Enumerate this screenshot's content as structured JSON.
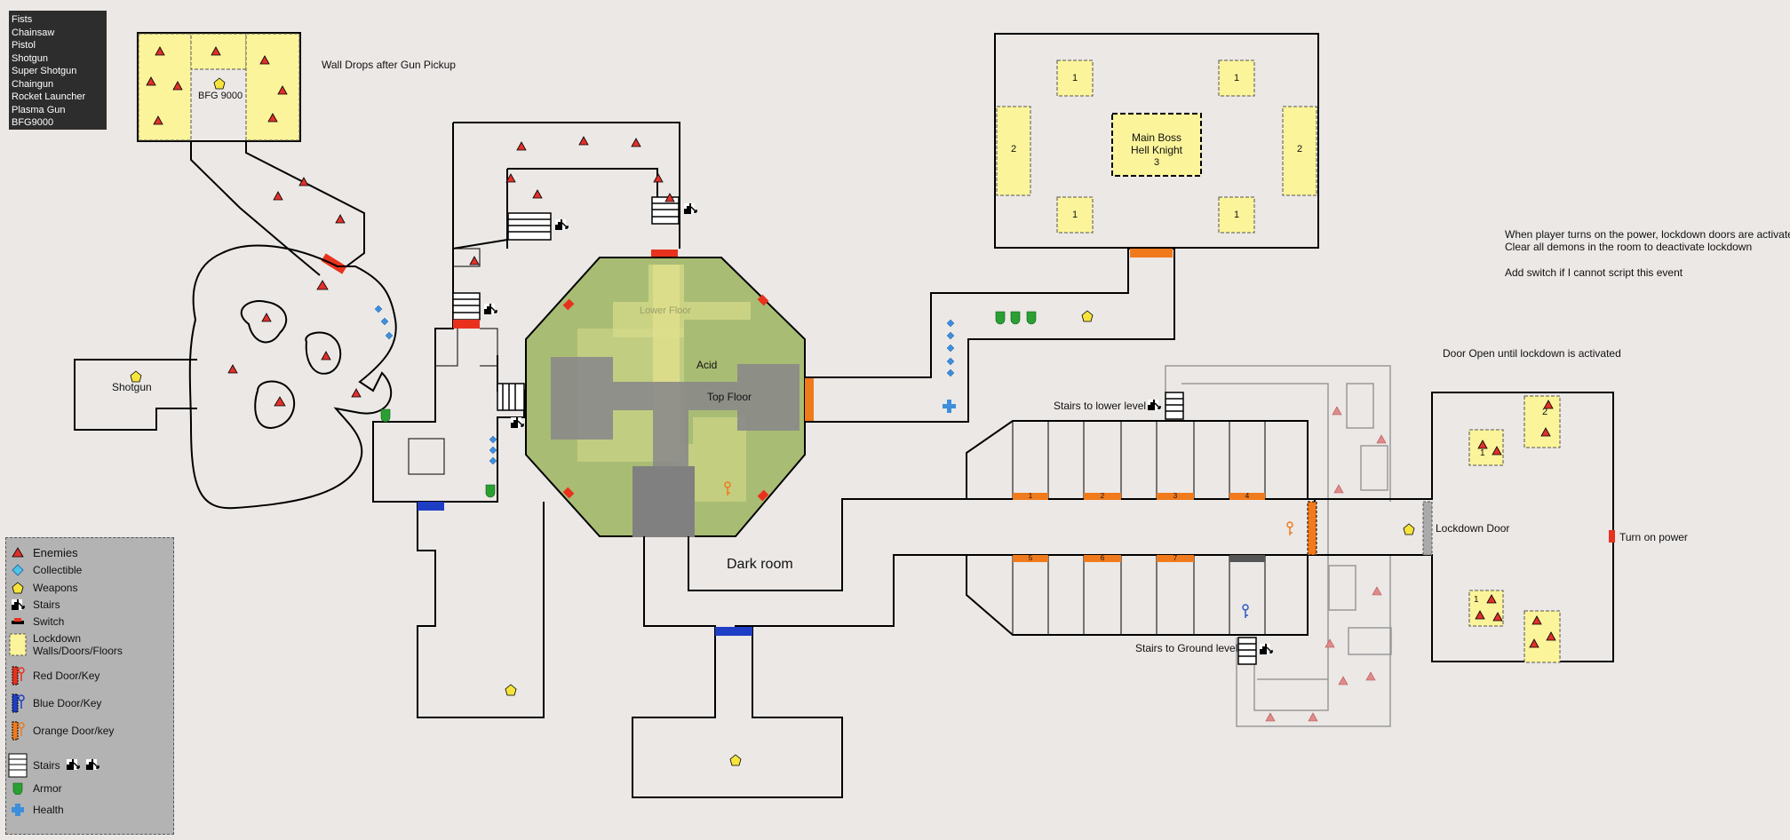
{
  "weapons_list": [
    "Fists",
    "Chainsaw",
    "Pistol",
    "Shotgun",
    "Super Shotgun",
    "Chaingun",
    "Rocket Launcher",
    "Plasma Gun",
    "BFG9000"
  ],
  "labels": {
    "wall_drops": "Wall Drops after Gun Pickup",
    "bfg": "BFG 9000",
    "shotgun": "Shotgun",
    "lower_floor": "Lower Floor",
    "acid": "Acid",
    "top_floor": "Top Floor",
    "dark_room": "Dark room",
    "main_boss": "Main Boss",
    "hell_knight": "Hell Knight",
    "boss_num": "3",
    "stairs_lower": "Stairs to lower level",
    "stairs_ground": "Stairs to Ground level",
    "lockdown_door": "Lockdown Door",
    "turn_on_power": "Turn on power",
    "door_open": "Door Open until lockdown is activated",
    "power_note_1": "When player turns on the power, lockdown doors are activated.",
    "power_note_2": "Clear all demons in the room to deactivate lockdown",
    "switch_note": "Add switch if I cannot script this event"
  },
  "legend": {
    "enemies": "Enemies",
    "collectible": "Collectible",
    "weapons": "Weapons",
    "stairs": "Stairs",
    "switch": "Switch",
    "lockdown": "Lockdown Walls/Doors/Floors",
    "red_door": "Red Door/Key",
    "blue_door": "Blue Door/Key",
    "orange_door": "Orange Door/key",
    "stairs2": "Stairs",
    "armor": "Armor",
    "health": "Health"
  },
  "boss_room_numbers": [
    "1",
    "1",
    "1",
    "1",
    "2",
    "2"
  ],
  "door_numbers": [
    "1",
    "2",
    "3",
    "4",
    "5",
    "6",
    "7"
  ],
  "lockdown_numbers": [
    "2",
    "1",
    "1"
  ],
  "colors": {
    "background": "#ebe8e6",
    "wall": "#000000",
    "lockdown": "#fbf49a",
    "red_door": "#e8321e",
    "blue_door": "#1f3ec6",
    "orange_door": "#f07a1c",
    "acid": "#a9bc74",
    "floor_gray": "#808080",
    "enemy": "#e0302a",
    "collectible": "#3d8fdd",
    "weapon": "#f6e43c",
    "armor": "#2aa032",
    "legend_bg": "#b3b3b3"
  }
}
